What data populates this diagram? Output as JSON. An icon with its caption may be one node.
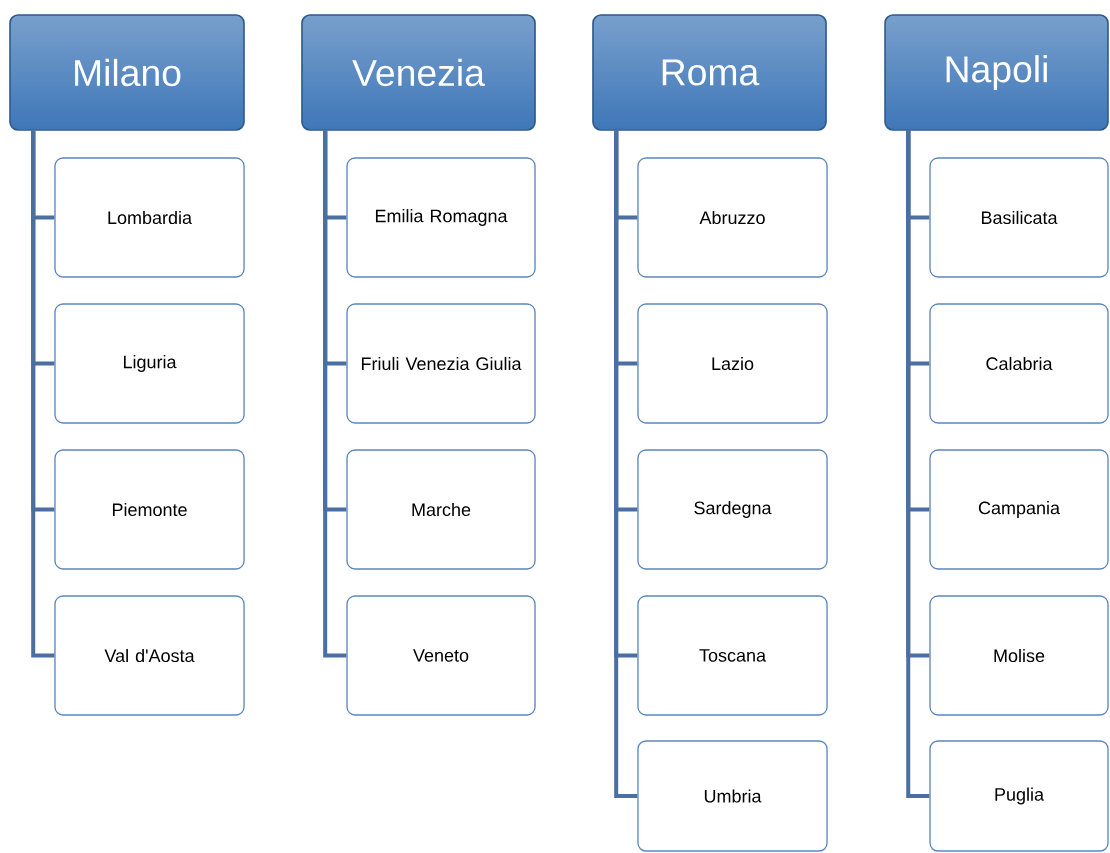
{
  "diagram": {
    "nodes": [
      {
        "text": [
          "Milano"
        ]
      },
      {
        "text": [
          "Lombardia"
        ]
      },
      {
        "text": [
          "Liguria"
        ]
      },
      {
        "text": [
          "Piemonte"
        ]
      },
      {
        "text": [
          "Val d'Aosta"
        ]
      },
      {
        "text": [
          "Venezia"
        ]
      },
      {
        "text": [
          "Emilia Romagna"
        ]
      },
      {
        "text": [
          "Friuli Venezia Giulia"
        ]
      },
      {
        "text": [
          "Marche"
        ]
      },
      {
        "text": [
          "Veneto"
        ]
      },
      {
        "text": [
          "Roma"
        ]
      },
      {
        "text": [
          "Abruzzo"
        ]
      },
      {
        "text": [
          "Lazio"
        ]
      },
      {
        "text": [
          "Sardegna"
        ]
      },
      {
        "text": [
          "Toscana"
        ]
      },
      {
        "text": [
          "Umbria"
        ]
      },
      {
        "text": [
          "Napoli"
        ]
      },
      {
        "text": [
          "Basilicata"
        ]
      },
      {
        "text": [
          "Calabria"
        ]
      },
      {
        "text": [
          "Campania"
        ]
      },
      {
        "text": [
          "Molise"
        ]
      },
      {
        "text": [
          "Puglia"
        ]
      }
    ],
    "edges": [
      {
        "from": 0,
        "to": 1,
        "arrow": "none"
      },
      {
        "from": 0,
        "to": 2,
        "arrow": "none"
      },
      {
        "from": 0,
        "to": 3,
        "arrow": "none"
      },
      {
        "from": 0,
        "to": 4,
        "arrow": "none"
      },
      {
        "from": 5,
        "to": 6,
        "arrow": "none"
      },
      {
        "from": 5,
        "to": 7,
        "arrow": "none"
      },
      {
        "from": 5,
        "to": 8,
        "arrow": "none"
      },
      {
        "from": 5,
        "to": 9,
        "arrow": "none"
      },
      {
        "from": 10,
        "to": 11,
        "arrow": "none"
      },
      {
        "from": 10,
        "to": 12,
        "arrow": "none"
      },
      {
        "from": 10,
        "to": 13,
        "arrow": "none"
      },
      {
        "from": 10,
        "to": 14,
        "arrow": "none"
      },
      {
        "from": 10,
        "to": 15,
        "arrow": "none"
      },
      {
        "from": 16,
        "to": 17,
        "arrow": "none"
      },
      {
        "from": 16,
        "to": 18,
        "arrow": "none"
      },
      {
        "from": 16,
        "to": 19,
        "arrow": "none"
      },
      {
        "from": 16,
        "to": 20,
        "arrow": "none"
      },
      {
        "from": 16,
        "to": 21,
        "arrow": "none"
      }
    ]
  }
}
